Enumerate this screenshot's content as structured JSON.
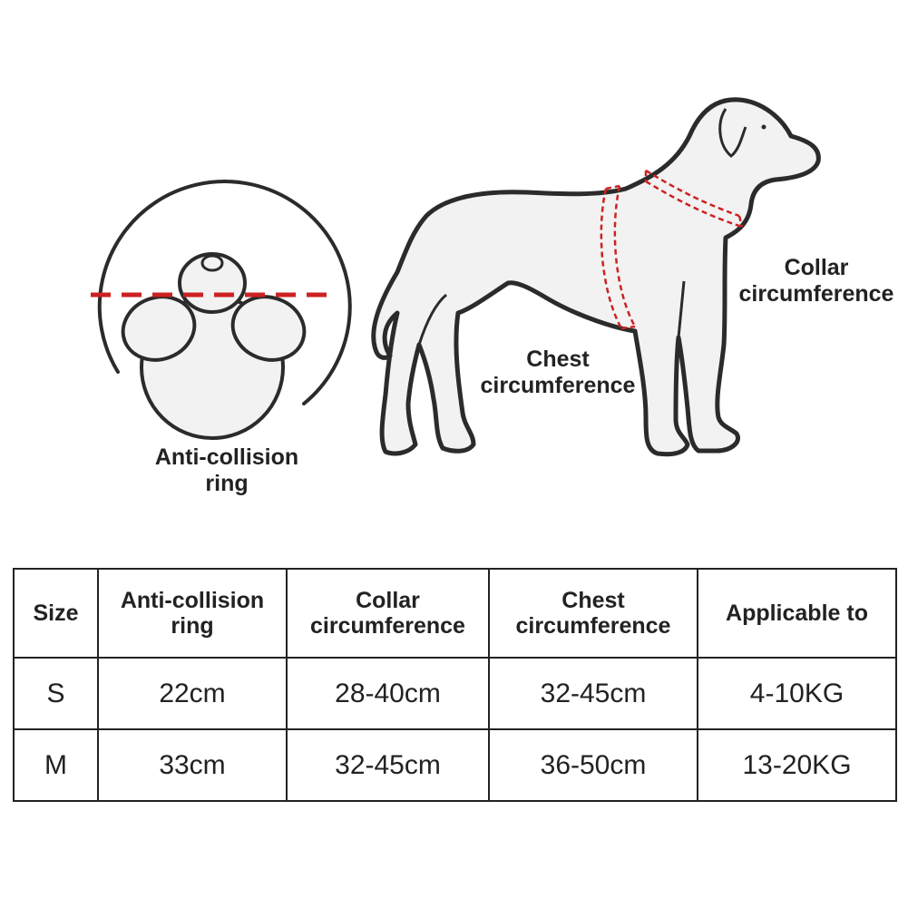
{
  "labels": {
    "ring": [
      "Anti-collision",
      "ring"
    ],
    "chest": [
      "Chest",
      "circumference"
    ],
    "collar": [
      "Collar",
      "circumference"
    ]
  },
  "table": {
    "headers": [
      [
        "Size"
      ],
      [
        "Anti-collision",
        "ring"
      ],
      [
        "Collar",
        "circumference"
      ],
      [
        "Chest",
        "circumference"
      ],
      [
        "Applicable to"
      ]
    ],
    "rows": [
      [
        "S",
        "22cm",
        "28-40cm",
        "32-45cm",
        "4-10KG"
      ],
      [
        "M",
        "33cm",
        "32-45cm",
        "36-50cm",
        "13-20KG"
      ]
    ]
  },
  "colors": {
    "accent": "#cc2222",
    "outline": "#2b2b2b",
    "fill": "#f2f2f2"
  },
  "icons": [
    "anti-collision-ring-icon",
    "dog-silhouette-icon"
  ]
}
